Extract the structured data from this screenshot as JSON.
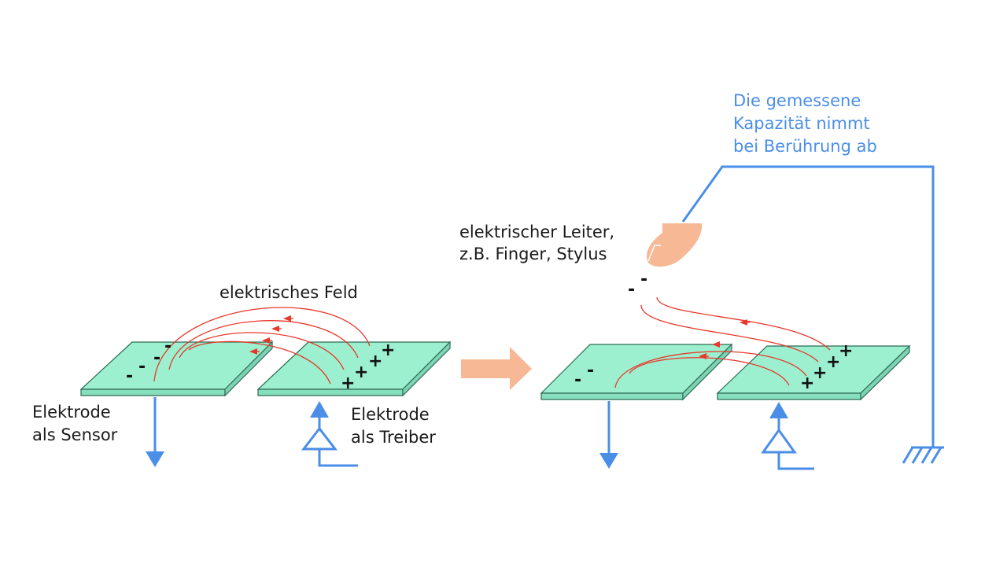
{
  "labels": {
    "field": "elektrisches Feld",
    "sensor_line1": "Elektrode",
    "sensor_line2": "als Sensor",
    "driver_line1": "Elektrode",
    "driver_line2": "als Treiber",
    "conductor_line1": "elektrischer Leiter,",
    "conductor_line2": "z.B. Finger, Stylus",
    "capacitance_line1": "Die gemessene",
    "capacitance_line2": "Kapazität nimmt",
    "capacitance_line3": "bei Berührung ab"
  },
  "charges": {
    "minus": "-",
    "plus": "+"
  },
  "colors": {
    "plate_fill": "#9cf0cf",
    "plate_edge": "#2d6a55",
    "field_line": "#e8372a",
    "wire": "#4a8ee8",
    "finger": "#f7b895",
    "transition_arrow": "#f7b895",
    "label_blue": "#4a8ee8"
  }
}
